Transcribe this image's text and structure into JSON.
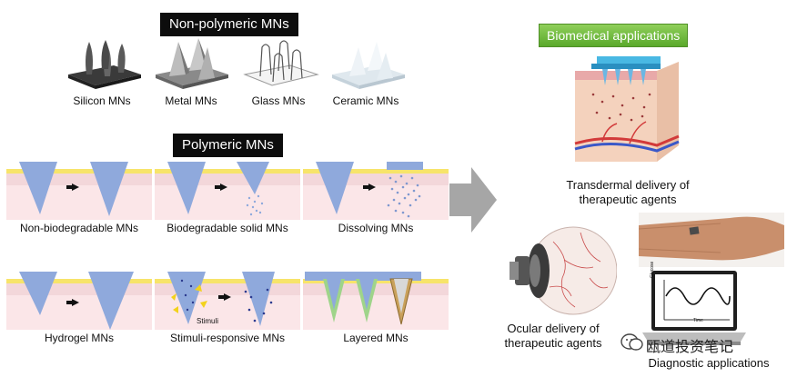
{
  "non_polymeric": {
    "title": "Non-polymeric MNs",
    "items": [
      "Silicon MNs",
      "Metal MNs",
      "Glass MNs",
      "Ceramic MNs"
    ]
  },
  "polymeric": {
    "title": "Polymeric MNs",
    "panels": [
      {
        "label": "Non-biodegradable MNs"
      },
      {
        "label": "Biodegradable solid MNs"
      },
      {
        "label": "Dissolving MNs"
      },
      {
        "label": "Hydrogel MNs"
      },
      {
        "label": "Stimuli-responsive MNs",
        "stimuli_text": "Stimuli"
      },
      {
        "label": "Layered MNs"
      }
    ]
  },
  "applications": {
    "title": "Biomedical applications",
    "transdermal_line1": "Transdermal delivery of",
    "transdermal_line2": "therapeutic agents",
    "ocular_line1": "Ocular delivery of",
    "ocular_line2": "therapeutic agents",
    "diagnostic": "Diagnostic applications",
    "graph_axis_y": "Glucose",
    "graph_axis_x": "Time"
  },
  "watermark": "瓯道投资笔记",
  "colors": {
    "needle": "#8fa9dc",
    "skin_top": "#f3d7da",
    "skin_band": "#f7e46a",
    "hydrogel_green": "#9fd48a",
    "banner_green": "#6cb83a",
    "arrow_grey": "#a6a6a6"
  }
}
